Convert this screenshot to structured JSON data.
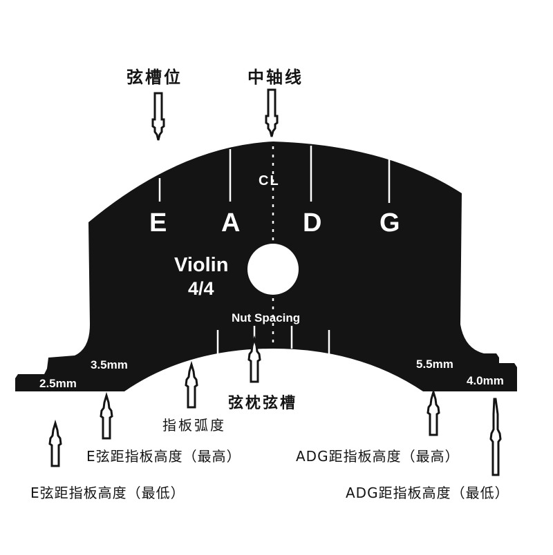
{
  "title": "Violin bridge template diagram",
  "colors": {
    "bridge": "#141414",
    "background": "#ffffff",
    "marking": "#ffffff",
    "annotation": "#141414"
  },
  "top_labels": {
    "string_slot": "弦槽位",
    "center_line": "中轴线"
  },
  "bridge": {
    "centerline_label": "CL",
    "strings": [
      "E",
      "A",
      "D",
      "G"
    ],
    "instrument": "Violin",
    "size": "4/4",
    "nut_spacing_label": "Nut Spacing",
    "heights": {
      "e_min": "2.5mm",
      "e_max": "3.5mm",
      "adg_max": "5.5mm",
      "adg_min": "4.0mm"
    }
  },
  "bottom_labels": {
    "nut_slot": "弦枕弦槽",
    "fingerboard_curve": "指板弧度",
    "e_max": "E弦距指板高度（最高）",
    "e_min": "E弦距指板高度（最低）",
    "adg_max": "ADG距指板高度（最高）",
    "adg_min": "ADG距指板高度（最低）"
  }
}
